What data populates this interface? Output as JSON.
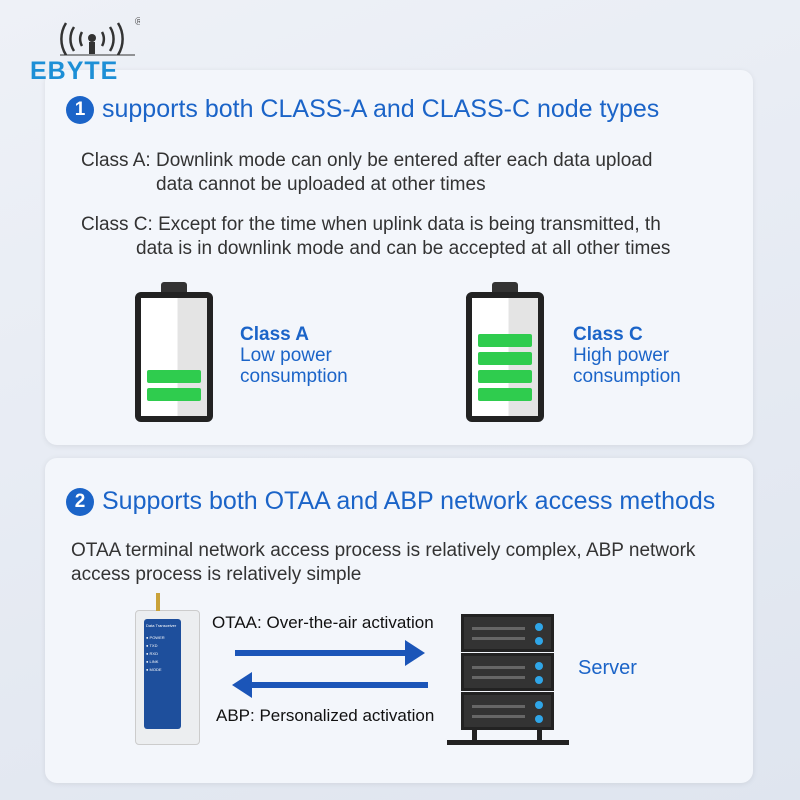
{
  "brand": {
    "name": "EBYTE",
    "mark": "®",
    "color": "#1d8fd6"
  },
  "section1": {
    "number": "1",
    "title": "supports both CLASS-A and CLASS-C node types",
    "class_a_line1": "Class A: Downlink mode can only be entered after each data upload",
    "class_a_line2": "data cannot be uploaded at other times",
    "class_c_line1": "Class C: Except for the time when uplink data is being transmitted, th",
    "class_c_line2": "data is in downlink mode and can be accepted at all other times",
    "batteries": [
      {
        "name": "Class A",
        "line1": "Low power",
        "line2": "consumption",
        "level_bars": 2
      },
      {
        "name": "Class C",
        "line1": "High power",
        "line2": "consumption",
        "level_bars": 4
      }
    ]
  },
  "section2": {
    "number": "2",
    "title": "Supports both OTAA and ABP network access methods",
    "desc1": "OTAA terminal network access process is relatively complex, ABP network",
    "desc2": "access process is relatively simple",
    "device": {
      "label": "Data Transceiver",
      "leds": [
        "POWER",
        "TXD",
        "RXD",
        "LINK",
        "MODE"
      ]
    },
    "otaa": "OTAA: Over-the-air activation",
    "abp": "ABP: Personalized activation",
    "server": "Server"
  },
  "colors": {
    "accent": "#1b64c8",
    "battery_green": "#2fcc4e"
  }
}
